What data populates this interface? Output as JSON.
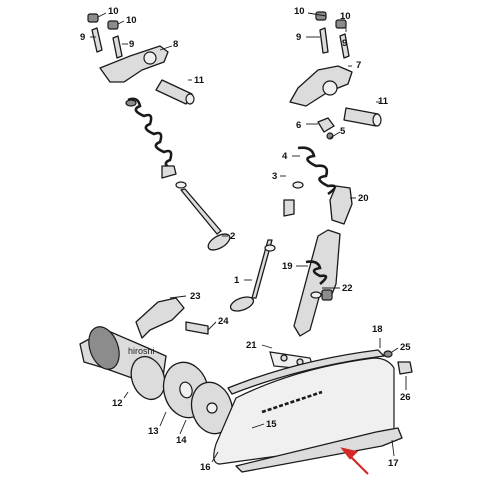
{
  "callouts": {
    "c1": "1",
    "c2": "2",
    "c3": "3",
    "c4": "4",
    "c5": "5",
    "c6": "6",
    "c7": "7",
    "c8": "8",
    "c9_left": "9",
    "c9_right": "9",
    "c10_left_a": "10",
    "c10_left_b": "10",
    "c10_right_a": "10",
    "c10_right_b": "10",
    "c11_left": "11",
    "c11_right": "11",
    "c12": "12",
    "c13": "13",
    "c14": "14",
    "c15": "15",
    "c16": "16",
    "c17": "17",
    "c18": "18",
    "c19": "19",
    "c20": "20",
    "c21": "21",
    "c22": "22",
    "c23": "23",
    "c24": "24",
    "c25": "25",
    "c26": "26"
  },
  "watermark": "hiroshi",
  "colors": {
    "line": "#1a1a1a",
    "fill": "#dcdcdc",
    "arrow": "#d42a2a"
  }
}
